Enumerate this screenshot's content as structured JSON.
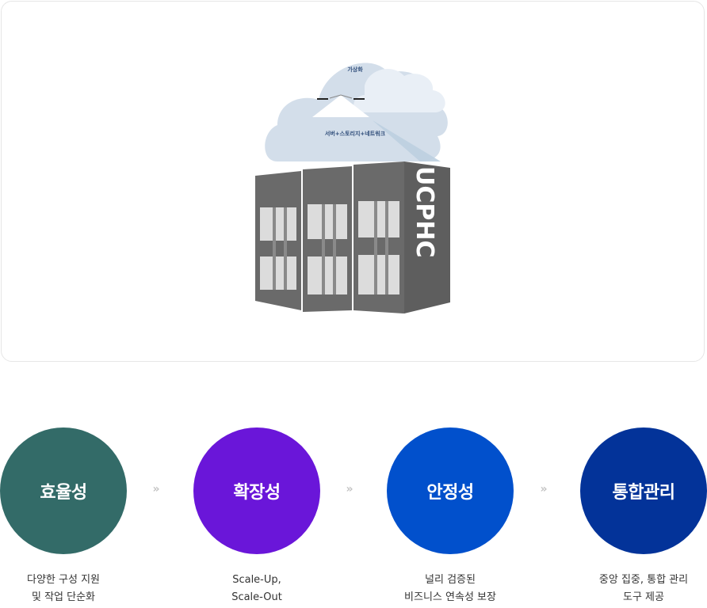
{
  "illustration": {
    "cloud_top_label": "가상화",
    "cloud_bottom_label": "서버+스토리지+네트워크",
    "server_brand_label": "UCPHC",
    "colors": {
      "cloud_main": "#d3deea",
      "cloud_front": "#e9eff6",
      "cloud_shadow": "#bccfe0",
      "label_text": "#2f4d7a",
      "rack": "#666666"
    }
  },
  "steps": [
    {
      "title": "효율성",
      "desc_lines": [
        "다양한 구성 지원",
        "및 작업 단순화"
      ],
      "color": "#336b68"
    },
    {
      "title": "확장성",
      "desc_lines": [
        "Scale-Up,",
        "Scale-Out"
      ],
      "color": "#6a16d9"
    },
    {
      "title": "안정성",
      "desc_lines": [
        "널리 검증된",
        "비즈니스 연속성 보장"
      ],
      "color": "#0150cc"
    },
    {
      "title": "통합관리",
      "desc_lines": [
        "중앙 집중, 통합 관리",
        "도구 제공"
      ],
      "color": "#033399"
    }
  ],
  "separator_glyph": "»"
}
